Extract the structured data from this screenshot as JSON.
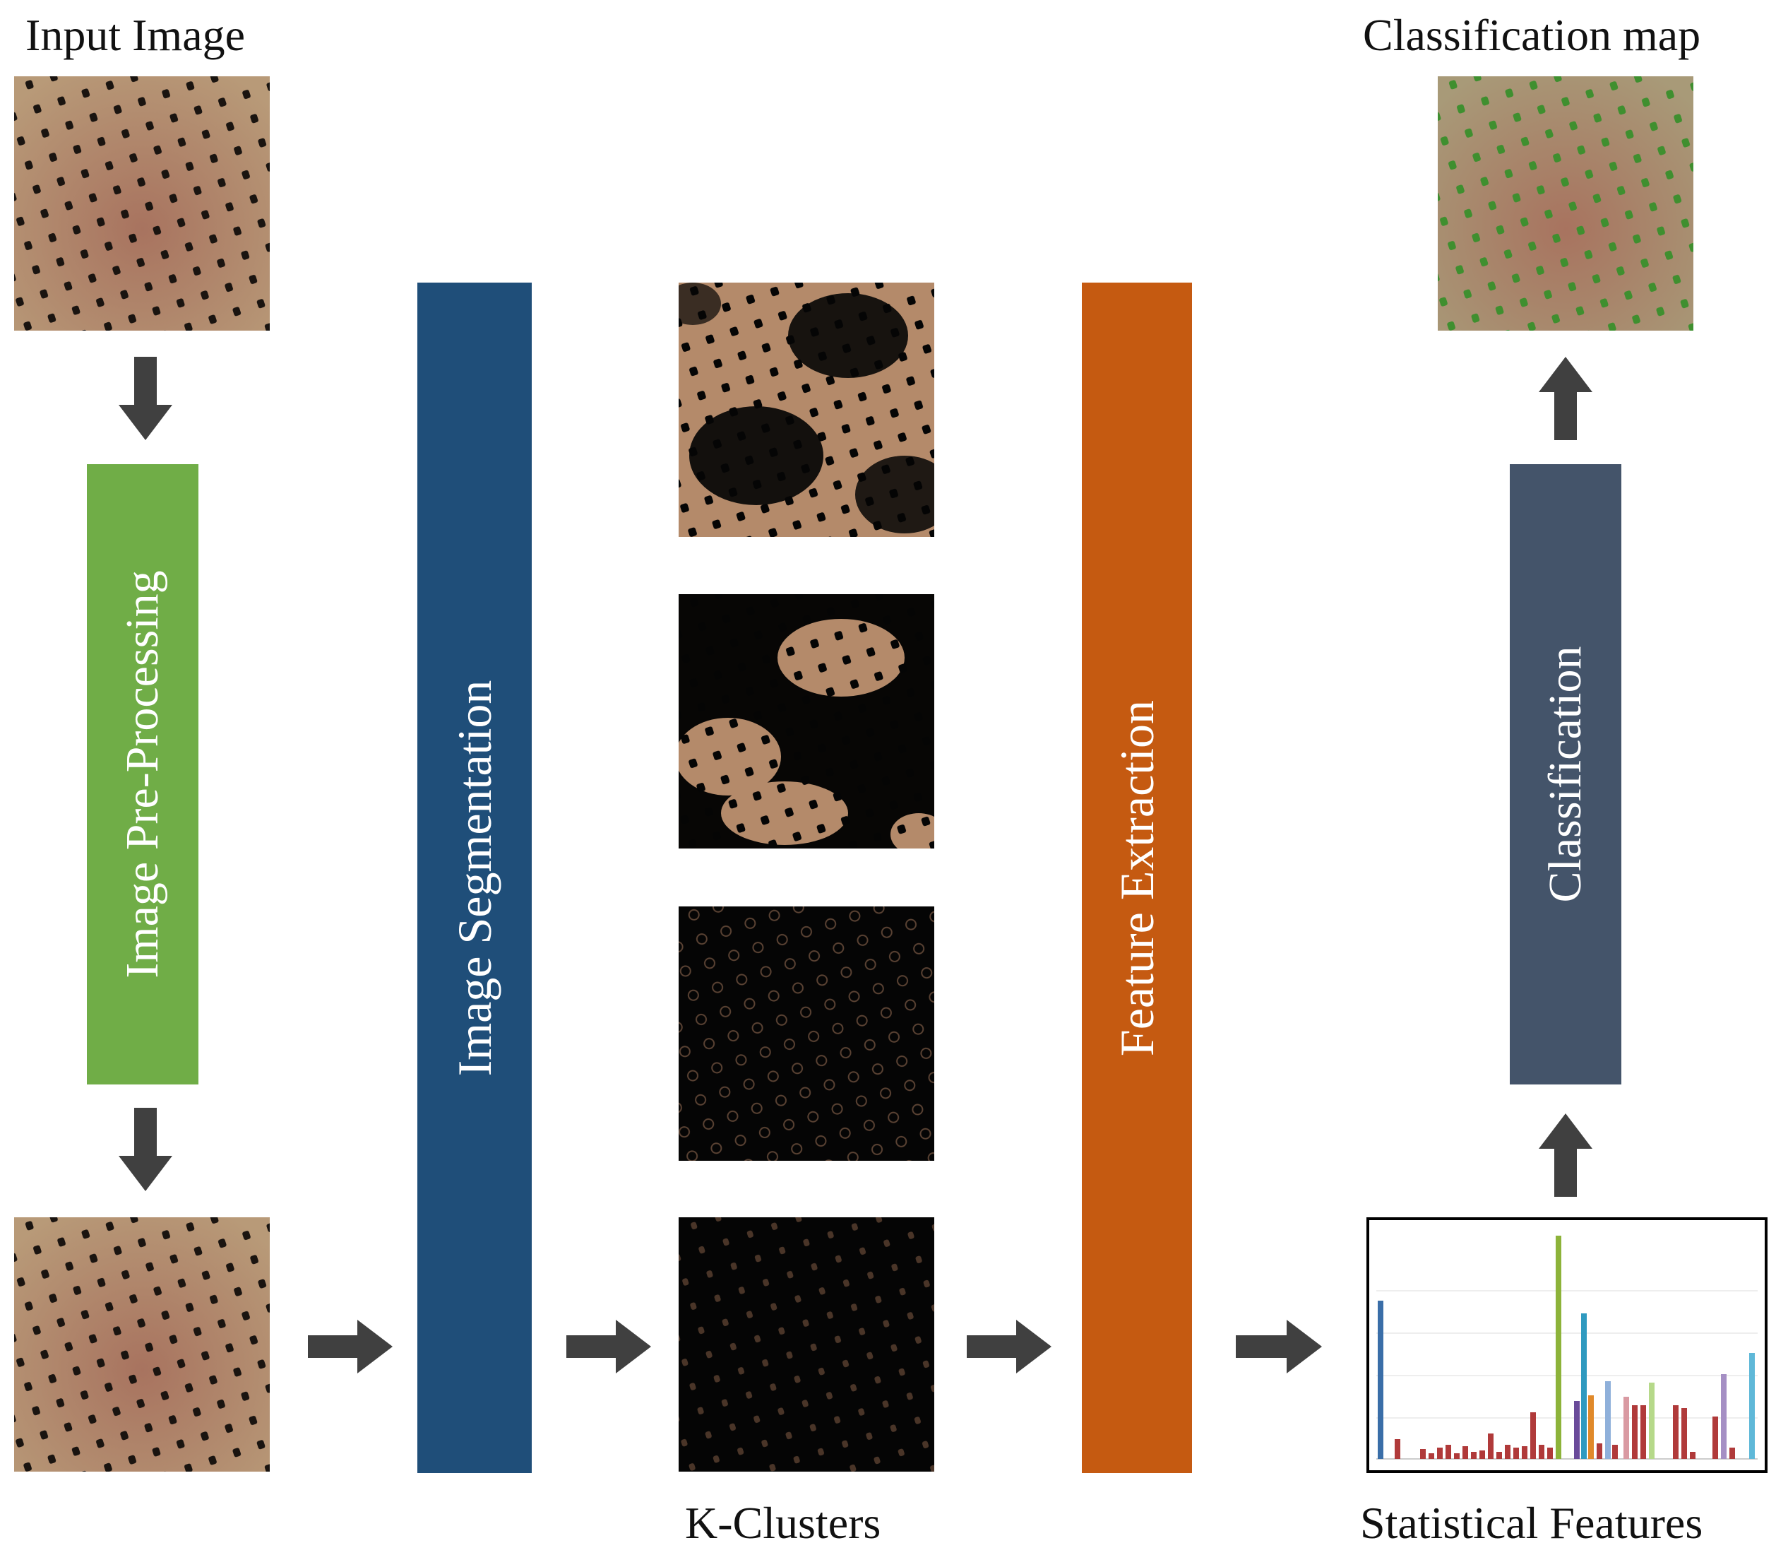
{
  "labels": {
    "input_image": "Input Image",
    "classification_map": "Classification map",
    "k_clusters": "K-Clusters",
    "statistical_features": "Statistical Features"
  },
  "stages": {
    "pre_processing": {
      "text": "Image Pre-Processing",
      "color": "#70ad47"
    },
    "segmentation": {
      "text": "Image Segmentation",
      "color": "#1f4e79"
    },
    "feature_extraction": {
      "text": "Feature Extraction",
      "color": "#c55a11"
    },
    "classification": {
      "text": "Classification",
      "color": "#44546a"
    }
  },
  "colors": {
    "arrow": "#404040",
    "soil": "#b48a6a",
    "tree_dark": "#1a1410",
    "tree_green": "#3f8f2f",
    "cluster_black": "#050505"
  },
  "icons": {
    "arrow_down": "arrow-down-icon",
    "arrow_right": "arrow-right-icon",
    "arrow_up": "arrow-up-icon"
  }
}
